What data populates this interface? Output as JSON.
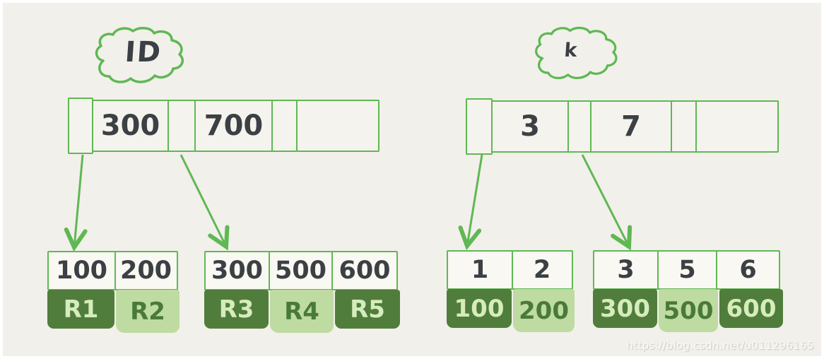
{
  "watermark": "https://blog.csdn.net/u011296165",
  "colors": {
    "background": "#f2f0ea",
    "line_green": "#5fb854",
    "key_text": "#3b4045",
    "dark_block_bg": "#507d3c",
    "dark_block_text": "#d6ecbc",
    "light_block_bg": "#bedba2",
    "light_block_text": "#4a7a39"
  },
  "left_tree": {
    "cloud_label": "ID",
    "root_keys": [
      "300",
      "700"
    ],
    "leaves": [
      {
        "keys": [
          "100",
          "200"
        ],
        "records": [
          {
            "label": "R1",
            "tone": "dark"
          },
          {
            "label": "R2",
            "tone": "light"
          }
        ]
      },
      {
        "keys": [
          "300",
          "500",
          "600"
        ],
        "records": [
          {
            "label": "R3",
            "tone": "dark"
          },
          {
            "label": "R4",
            "tone": "light"
          },
          {
            "label": "R5",
            "tone": "dark"
          }
        ]
      }
    ]
  },
  "right_tree": {
    "cloud_label": "k",
    "root_keys": [
      "3",
      "7"
    ],
    "leaves": [
      {
        "keys": [
          "1",
          "2"
        ],
        "records": [
          {
            "label": "100",
            "tone": "dark"
          },
          {
            "label": "200",
            "tone": "light"
          }
        ]
      },
      {
        "keys": [
          "3",
          "5",
          "6"
        ],
        "records": [
          {
            "label": "300",
            "tone": "dark"
          },
          {
            "label": "500",
            "tone": "light"
          },
          {
            "label": "600",
            "tone": "dark"
          }
        ]
      }
    ]
  }
}
